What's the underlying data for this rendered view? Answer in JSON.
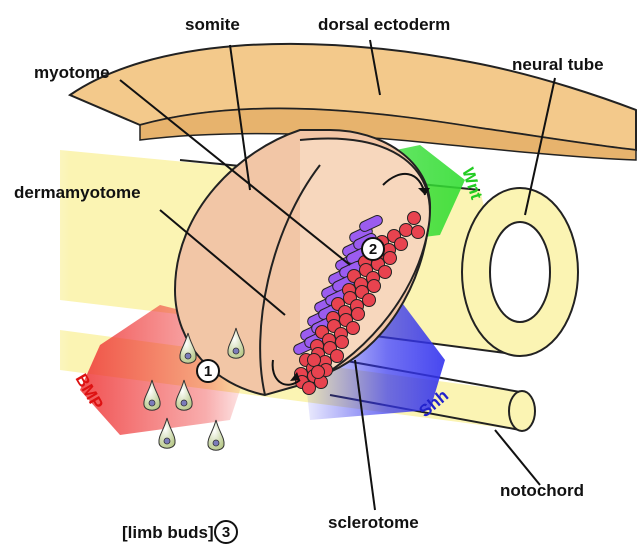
{
  "labels": {
    "somite": "somite",
    "dorsal_ectoderm": "dorsal ectoderm",
    "myotome": "myotome",
    "neural_tube": "neural tube",
    "dermamyotome": "dermamyotome",
    "notochord": "notochord",
    "sclerotome": "sclerotome",
    "limb_buds": "[limb buds]"
  },
  "signals": {
    "wnt": {
      "text": "Wnt",
      "color": "#22cc22"
    },
    "shh": {
      "text": "Shh",
      "color": "#2222cc"
    },
    "bmp": {
      "text": "BMP",
      "color": "#dd1111"
    }
  },
  "markers": {
    "one": "1",
    "two": "2",
    "three": "3"
  },
  "colors": {
    "ectoderm": "#f3c98b",
    "neural_tube": "#fbf4b3",
    "somite": "#f2c6a6",
    "myotome": "#9b5cf0",
    "sclerotome": "#e8434f"
  }
}
